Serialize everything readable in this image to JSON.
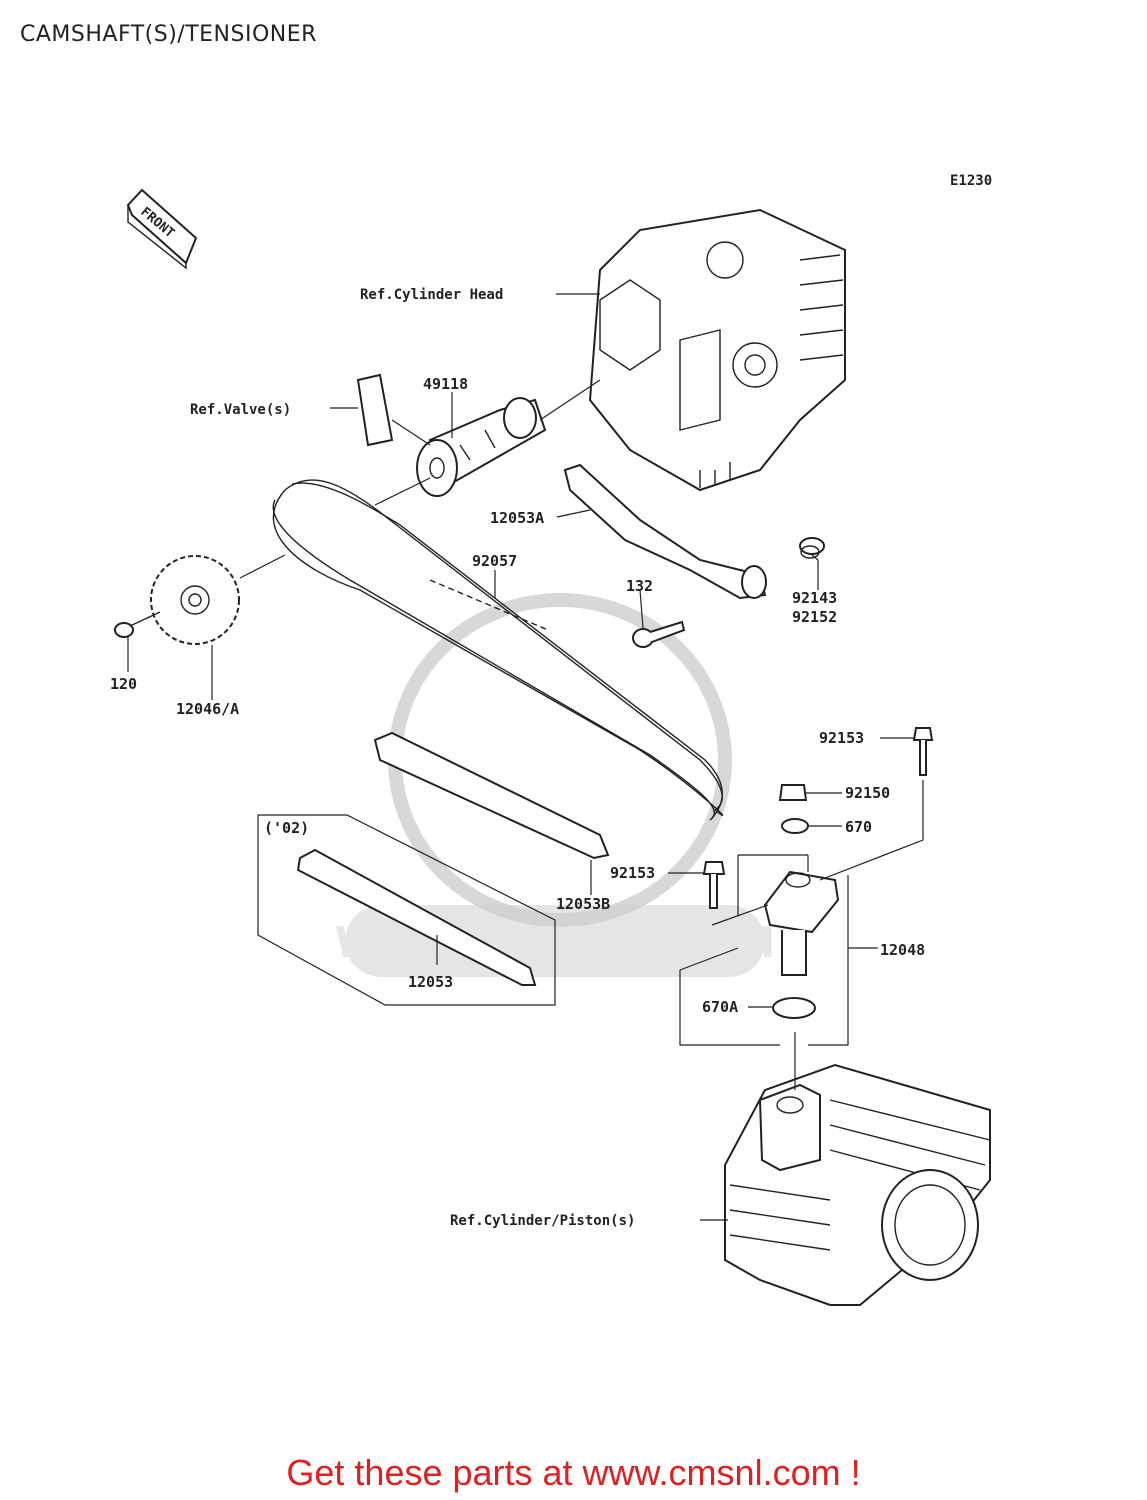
{
  "title": "CAMSHAFT(S)/TENSIONER",
  "diagram_code": "E1230",
  "front_arrow_label": "FRONT",
  "labels": {
    "ref_cylinder_head": "Ref.Cylinder Head",
    "ref_valves": "Ref.Valve(s)",
    "ref_cylinder_piston": "Ref.Cylinder/Piston(s)",
    "year_note": "('02)",
    "p49118": "49118",
    "p12053A": "12053A",
    "p92057": "92057",
    "p132": "132",
    "p92143": "92143",
    "p92152": "92152",
    "p120": "120",
    "p12046A": "12046/A",
    "p92153_top": "92153",
    "p92150": "92150",
    "p670": "670",
    "p92153_mid": "92153",
    "p12053B": "12053B",
    "p12048": "12048",
    "p670A": "670A",
    "p12053": "12053"
  },
  "watermark": "WWW.CMSNL.COM",
  "footer": "Get these parts at www.cmsnl.com !",
  "colors": {
    "footer": "#e02020",
    "line": "#222222"
  }
}
